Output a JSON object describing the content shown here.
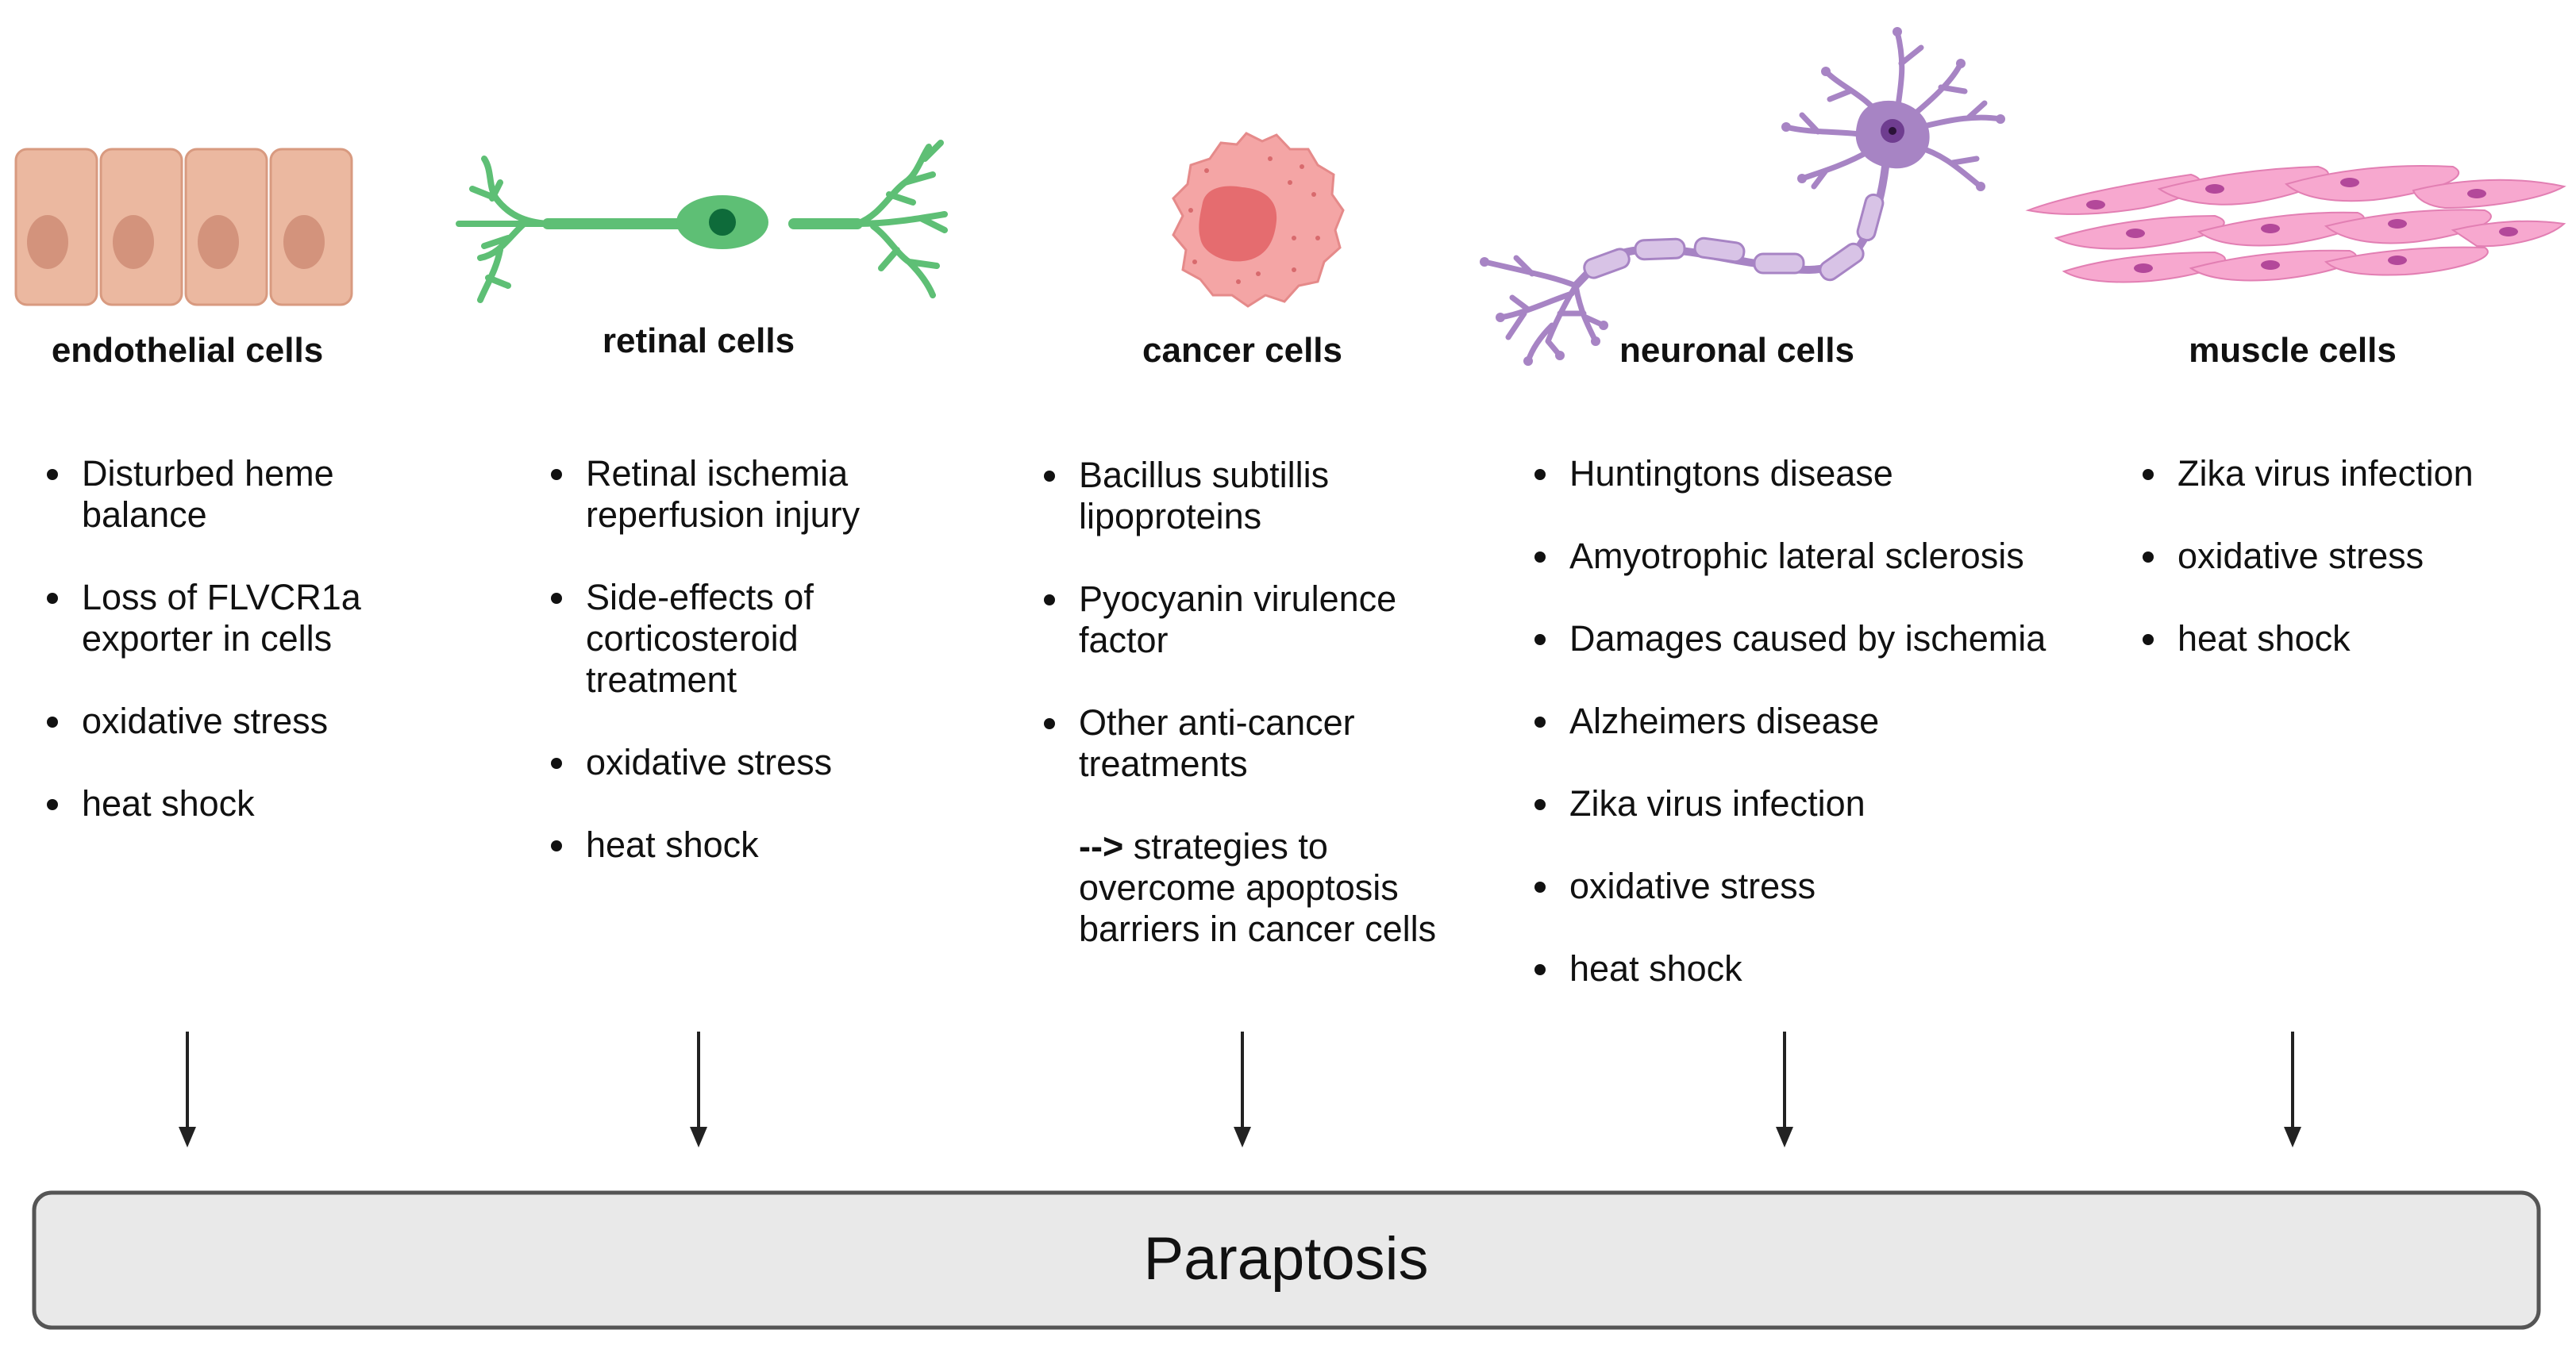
{
  "colors": {
    "endothelial": "#EBB8A0",
    "endothelial_nucleus": "#D3937C",
    "retinal": "#5EBF75",
    "retinal_nucleus": "#0E6B3A",
    "cancer": "#F4A5A5",
    "cancer_nucleus": "#E56C6F",
    "neuron": "#A784C4",
    "neuron_myelin": "#D8C3E6",
    "muscle": "#F7A8CF",
    "muscle_nucleus": "#B3489A",
    "box_fill": "#E9E9E9"
  },
  "columns": [
    {
      "key": "endothelial",
      "icon": "endothelial-cells-icon",
      "title": "endothelial cells",
      "items": [
        [
          "Disturbed heme",
          "balance"
        ],
        [
          "Loss of FLVCR1a",
          "exporter in cells"
        ],
        [
          "oxidative stress"
        ],
        [
          "heat shock"
        ]
      ]
    },
    {
      "key": "retinal",
      "icon": "retinal-cell-icon",
      "title": "retinal cells",
      "items": [
        [
          "Retinal ischemia",
          "reperfusion injury"
        ],
        [
          "Side-effects of",
          "corticosteroid",
          "treatment"
        ],
        [
          "oxidative stress"
        ],
        [
          "heat shock"
        ]
      ]
    },
    {
      "key": "cancer",
      "icon": "cancer-cell-icon",
      "title": "cancer cells",
      "items": [
        [
          "Bacillus subtillis",
          "lipoproteins"
        ],
        [
          "Pyocyanin virulence",
          "factor"
        ],
        [
          "Other anti-cancer",
          "treatments"
        ]
      ],
      "note_arrow": "-->",
      "note": [
        "strategies to",
        "overcome apoptosis",
        "barriers in cancer cells"
      ]
    },
    {
      "key": "neuronal",
      "icon": "neuron-icon",
      "title": "neuronal cells",
      "items": [
        [
          "Huntingtons disease"
        ],
        [
          "Amyotrophic lateral sclerosis"
        ],
        [
          "Damages caused by ischemia"
        ],
        [
          "Alzheimers disease"
        ],
        [
          "Zika virus infection"
        ],
        [
          "oxidative stress"
        ],
        [
          "heat shock"
        ]
      ]
    },
    {
      "key": "muscle",
      "icon": "muscle-cells-icon",
      "title": "muscle cells",
      "items": [
        [
          "Zika virus infection"
        ],
        [
          "oxidative stress"
        ],
        [
          "heat shock"
        ]
      ]
    }
  ],
  "result": {
    "label": "Paraptosis"
  }
}
